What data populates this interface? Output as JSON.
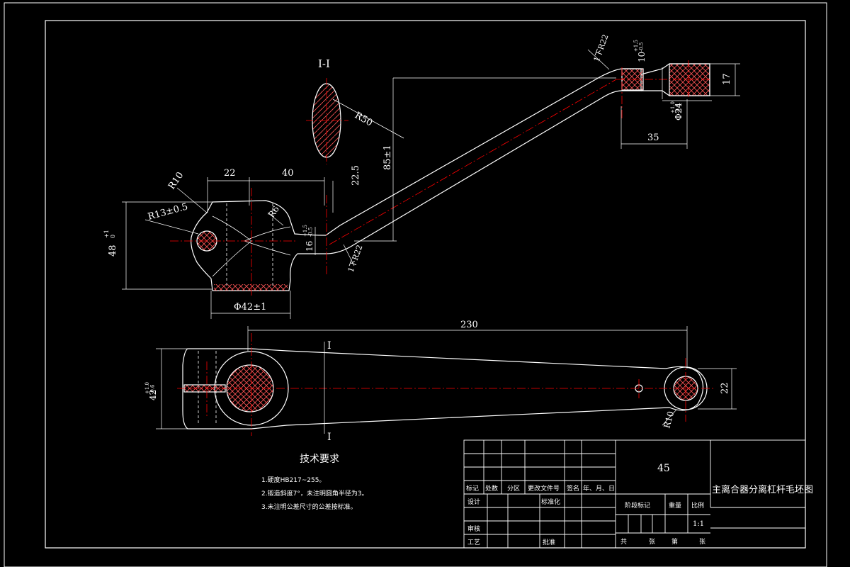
{
  "section_label": "I-I",
  "section_marker": "I",
  "dims": {
    "r50": "R50",
    "r10_top": "R10",
    "r13": "R13±0.5",
    "d22": "22",
    "d40": "40",
    "r6": "R6",
    "h48_base": "48",
    "h48_tol": "+1\n0",
    "h16_base": "16",
    "h16_tol": "+1.5\n-0.5",
    "d22_5": "22.5",
    "d85": "85±1",
    "phi42": "Φ42±1",
    "lower_r_left": "1下R22",
    "upper_r_right": "1下R22",
    "h10_base": "10",
    "h10_tol": "+1.5\n-0.5",
    "h17": "17",
    "phi24_base": "Φ24",
    "phi24_tol": "+1.0\n-0.5",
    "d35": "35",
    "d230": "230",
    "d42_base": "42",
    "d42_tol": "+1.0\n-0.6",
    "d22_right": "22",
    "r10_bottom": "R10"
  },
  "tech_requirements": {
    "title": "技术要求",
    "items": [
      "1.硬度HB217~255。",
      "2.锻造斜度7°，未注明圆角半径为3。",
      "3.未注明公差尺寸的公差按标准。"
    ]
  },
  "title_block": {
    "material": "45",
    "drawing_title": "主离合器分离杠杆毛坯图",
    "row_labels": [
      "标记",
      "处数",
      "分区",
      "更改文件号",
      "签名",
      "年、月、日"
    ],
    "design": "设计",
    "standardization": "标准化",
    "stage_mark": "阶段标记",
    "weight": "重量",
    "scale_label": "比例",
    "scale_value": "1:1",
    "review": "审核",
    "process": "工艺",
    "approve": "批准",
    "total_sheets": "共",
    "sheet_word1": "张",
    "sheet_no": "第",
    "sheet_word2": "张"
  },
  "colors": {
    "background": "#000000",
    "line": "#ffffff",
    "centerline": "#ff0000",
    "hatch": "#ff4444",
    "dark_red": "#8b0000"
  }
}
